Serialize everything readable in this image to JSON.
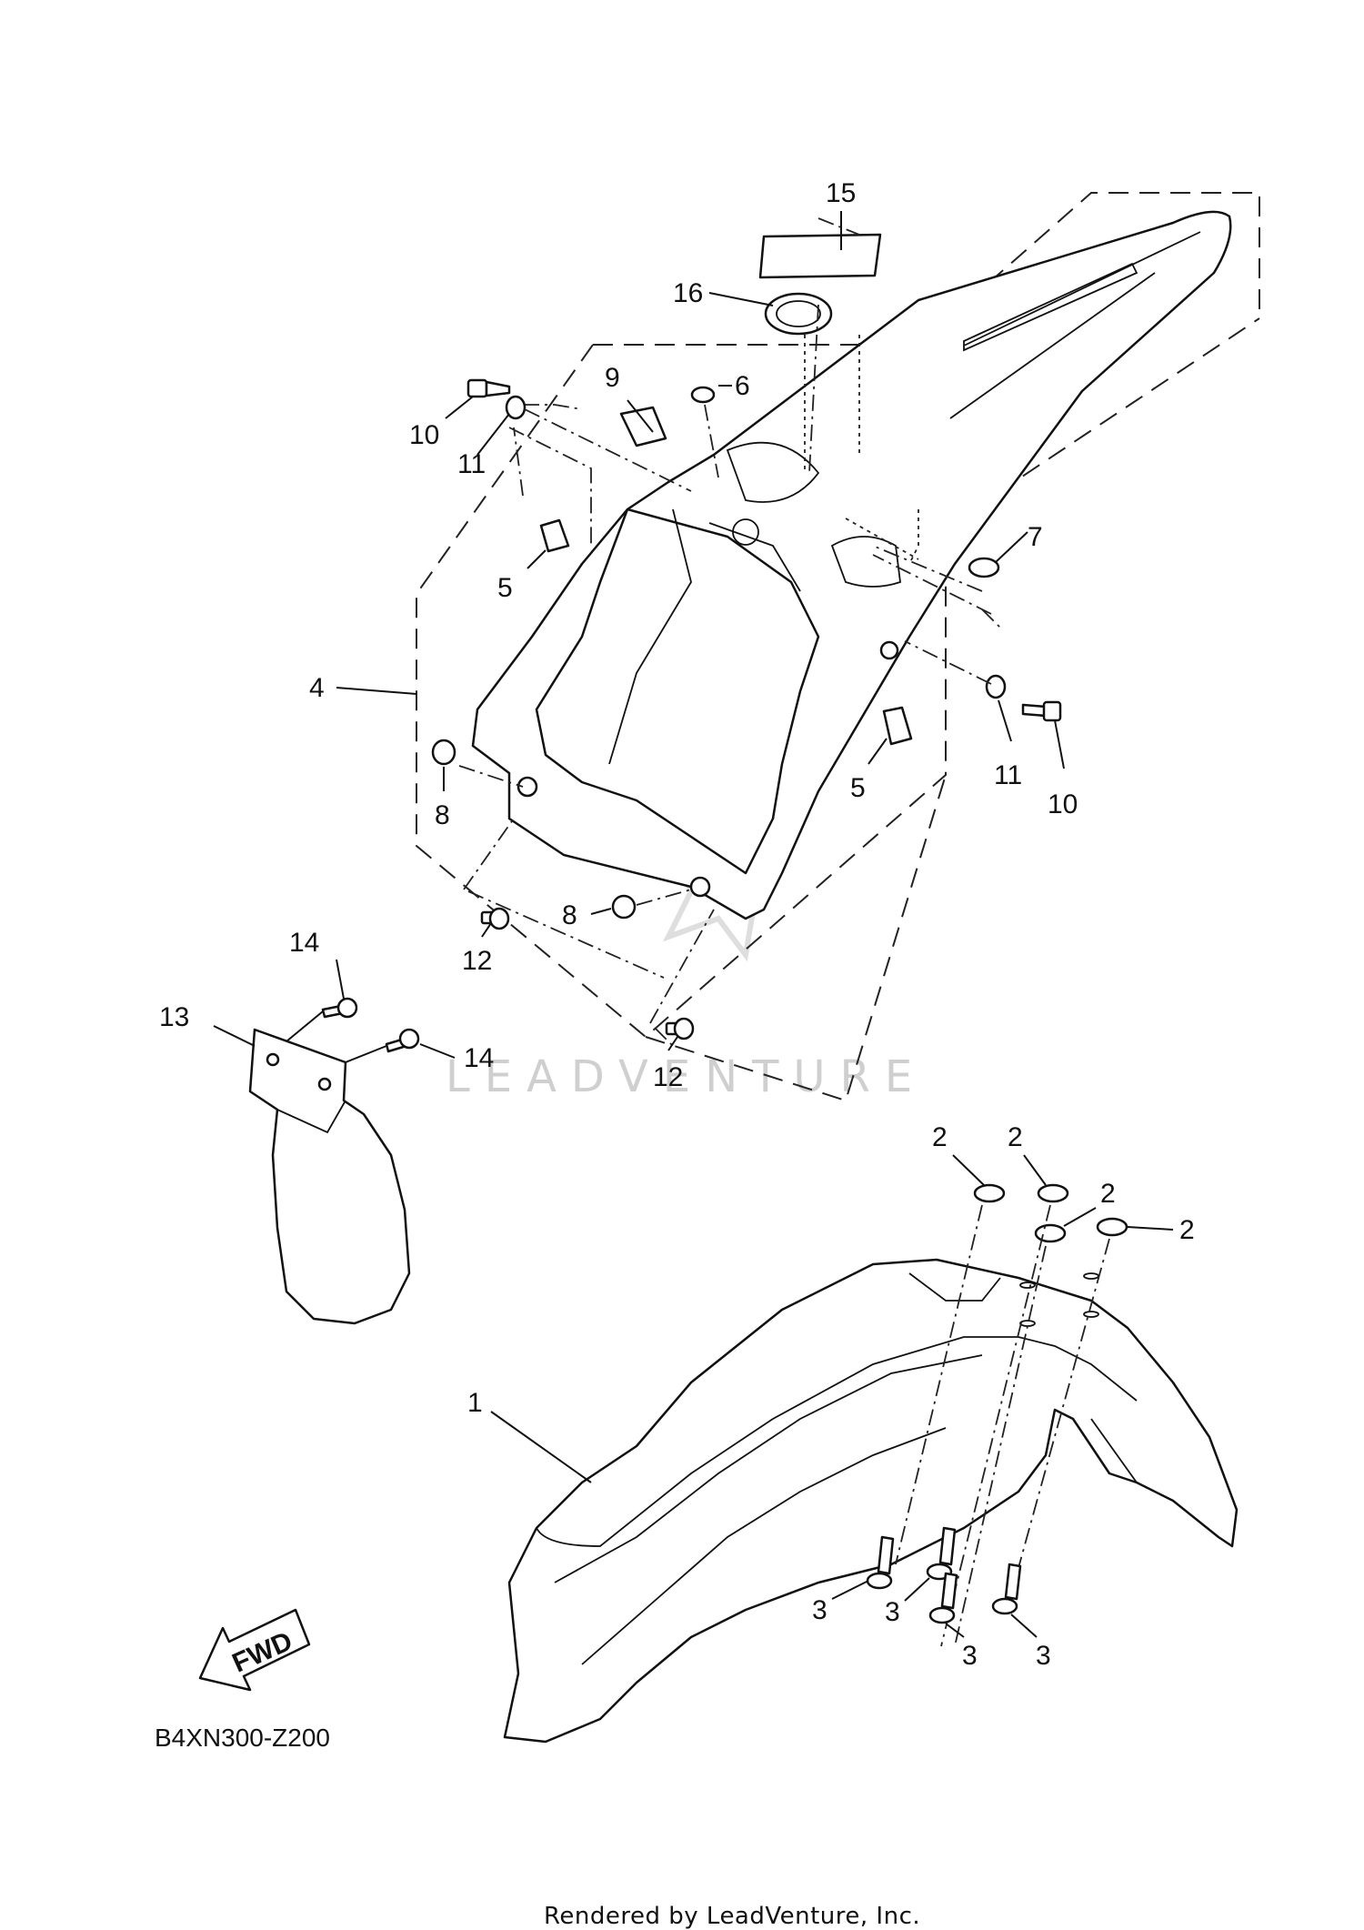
{
  "diagram": {
    "code": "B4XN300-Z200",
    "fwd_label": "FWD",
    "watermark": "LEADVENTURE",
    "footer": "Rendered by LeadVenture, Inc.",
    "callouts": {
      "c1": "1",
      "c2a": "2",
      "c2b": "2",
      "c2c": "2",
      "c2d": "2",
      "c3a": "3",
      "c3b": "3",
      "c3c": "3",
      "c3d": "3",
      "c4": "4",
      "c5a": "5",
      "c5b": "5",
      "c6": "6",
      "c7": "7",
      "c8a": "8",
      "c8b": "8",
      "c9": "9",
      "c10a": "10",
      "c10b": "10",
      "c11a": "11",
      "c11b": "11",
      "c12a": "12",
      "c12b": "12",
      "c13": "13",
      "c14a": "14",
      "c14b": "14",
      "c15": "15",
      "c16": "16"
    }
  }
}
